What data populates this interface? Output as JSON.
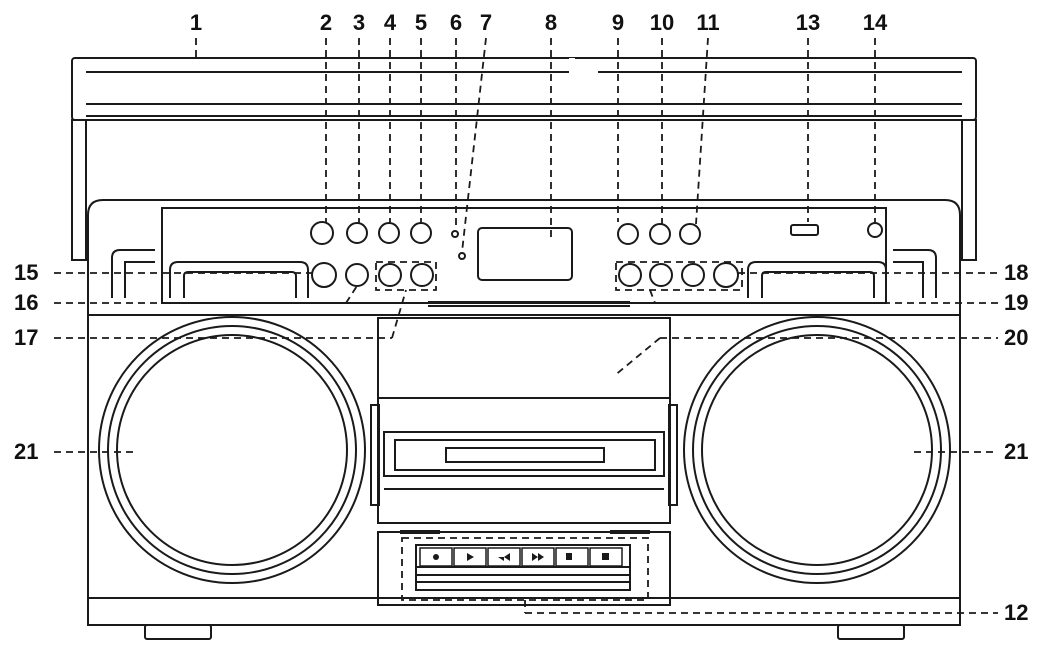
{
  "device": "boombox-front-view",
  "colors": {
    "line": "#1a1a1a",
    "background": "#ffffff"
  },
  "callouts": {
    "c1": "1",
    "c2": "2",
    "c3": "3",
    "c4": "4",
    "c5": "5",
    "c6": "6",
    "c7": "7",
    "c8": "8",
    "c9": "9",
    "c10": "10",
    "c11": "11",
    "c12": "12",
    "c13": "13",
    "c14": "14",
    "c15": "15",
    "c16": "16",
    "c17": "17",
    "c18": "18",
    "c19": "19",
    "c20": "20",
    "c21_left": "21",
    "c21_right": "21"
  },
  "icons": {
    "cassette_keys": [
      "record-icon",
      "play-icon",
      "rewind-icon",
      "fast-forward-icon",
      "stop-eject-icon",
      "pause-icon"
    ]
  }
}
